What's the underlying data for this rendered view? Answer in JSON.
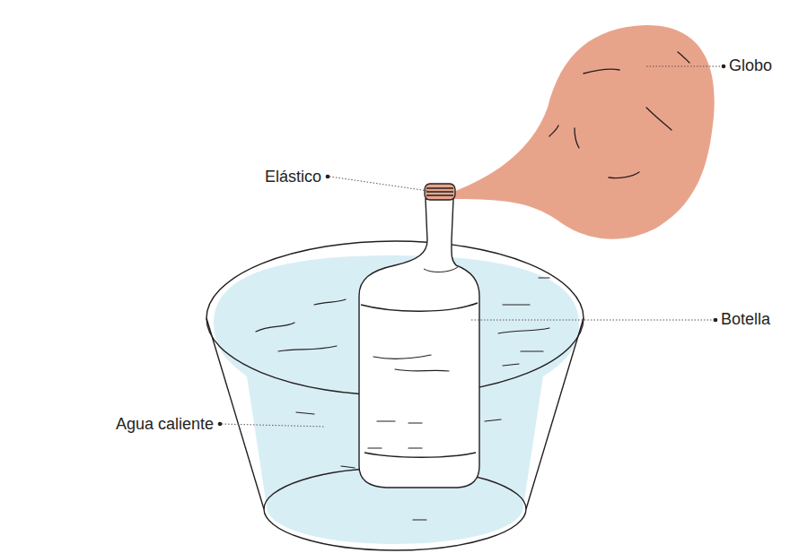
{
  "diagram": {
    "labels": [
      "Globo",
      "Elástico",
      "Botella",
      "Agua caliente"
    ]
  }
}
